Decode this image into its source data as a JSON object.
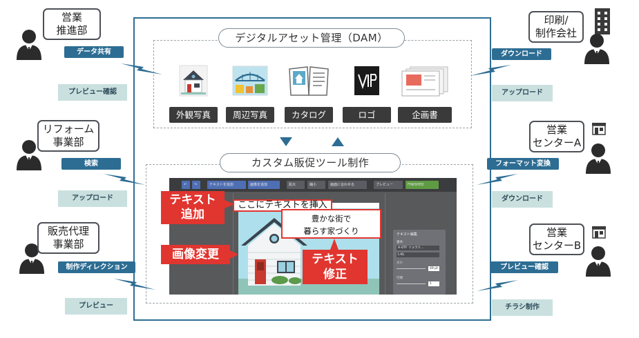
{
  "dam": {
    "title": "デジタルアセット管理（DAM）",
    "assets": [
      {
        "label": "外観写真",
        "icon": "house-icon"
      },
      {
        "label": "周辺写真",
        "icon": "bridge-photo-icon"
      },
      {
        "label": "カタログ",
        "icon": "catalog-book-icon"
      },
      {
        "label": "ロゴ",
        "icon": "logo-icon"
      },
      {
        "label": "企画書",
        "icon": "proposal-document-icon"
      }
    ]
  },
  "tool": {
    "title": "カスタム販促ツール制作",
    "toolbar": [
      "テキストを追加",
      "画像を追加",
      "拡大",
      "縮小",
      "画面に合わせる",
      "プレビュー",
      "FINISHED"
    ],
    "panel": {
      "title": "テキスト編集",
      "font_label": "書体",
      "font_value": "A-OTF リュウミ...",
      "weight_value": "L-KL",
      "size_label": "大小",
      "size_value": "49 pt",
      "spacing_label": "行間",
      "spacing_value": "1"
    },
    "insert_text": "ここにテキストを挿入",
    "caption_line1": "豊かな街で",
    "caption_line2": "暮らす家づくり",
    "tag_text_add_1": "テキスト",
    "tag_text_add_2": "追加",
    "tag_image_change": "画像変更",
    "tag_text_fix_1": "テキスト",
    "tag_text_fix_2": "修正"
  },
  "left_parties": [
    {
      "name_1": "営業",
      "name_2": "推進部",
      "action_dark": "データ共有",
      "action_light": "プレビュー確認"
    },
    {
      "name_1": "リフォーム",
      "name_2": "事業部",
      "action_dark": "検索",
      "action_light": "アップロード"
    },
    {
      "name_1": "販売代理",
      "name_2": "事業部",
      "action_dark": "制作ディレクション",
      "action_light": "プレビュー"
    }
  ],
  "right_parties": [
    {
      "name_1": "印刷/",
      "name_2": "制作会社",
      "action_dark": "ダウンロード",
      "action_light": "アップロード"
    },
    {
      "name_1": "営業",
      "name_2": "センターA",
      "action_dark": "フォーマット変換",
      "action_light": "ダウンロード"
    },
    {
      "name_1": "営業",
      "name_2": "センターB",
      "action_dark": "プレビュー確認",
      "action_light": "チラシ制作"
    }
  ],
  "colors": {
    "frame": "#2d6d93",
    "tag_dark": "#2d6d93",
    "tag_light": "#c9e0df",
    "accent_red": "#e1352f"
  }
}
